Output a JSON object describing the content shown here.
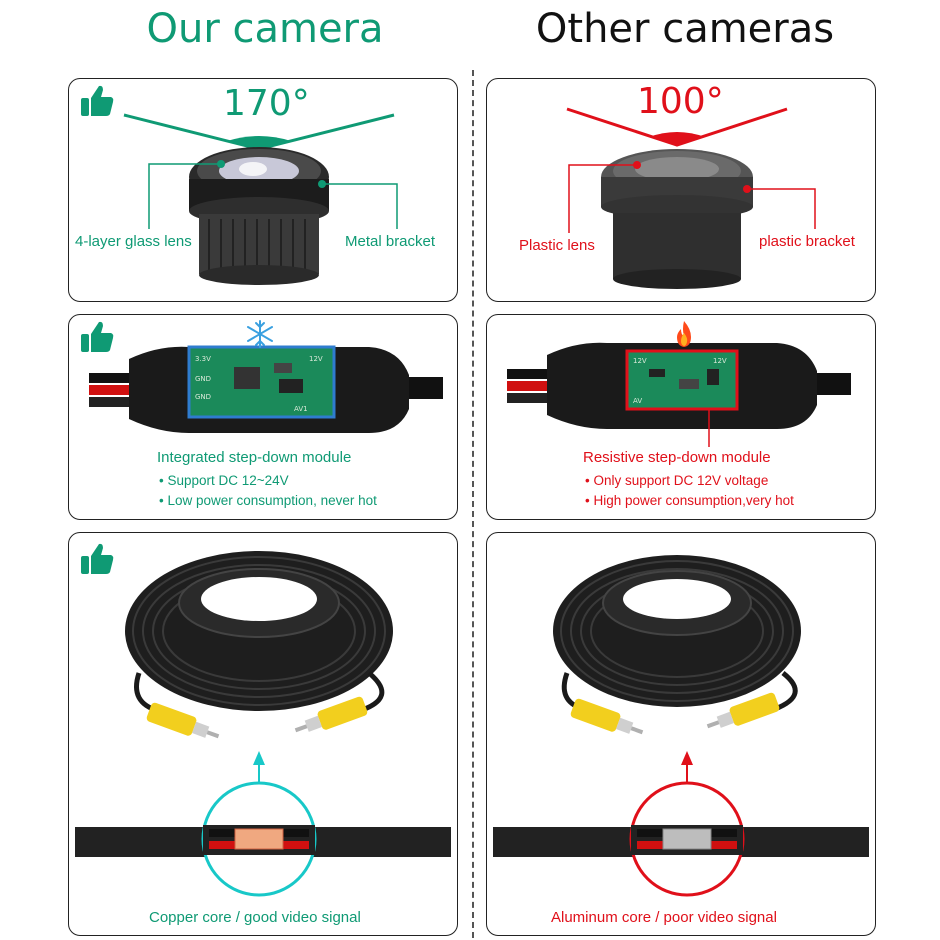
{
  "colors": {
    "ours": "#0f9a74",
    "theirs": "#e0101a",
    "ours_ring": "#18c8c8"
  },
  "headers": {
    "ours": "Our camera",
    "theirs": "Other cameras"
  },
  "lens": {
    "ours": {
      "angle": "170°",
      "lens_label": "4-layer glass lens",
      "bracket_label": "Metal bracket",
      "icon": "thumbs-up-icon"
    },
    "theirs": {
      "angle": "100°",
      "lens_label": "Plastic lens",
      "bracket_label": "plastic bracket"
    }
  },
  "module": {
    "ours": {
      "title": "Integrated step-down module",
      "bullets": [
        "Support DC 12~24V",
        "Low power consumption, never hot"
      ],
      "icon": "snowflake-icon"
    },
    "theirs": {
      "title": "Resistive step-down module",
      "bullets": [
        "Only support DC 12V voltage",
        "High power consumption,very hot"
      ],
      "icon": "fire-icon"
    }
  },
  "cable": {
    "ours": {
      "caption": "Copper core / good video signal"
    },
    "theirs": {
      "caption": "Aluminum core / poor video signal"
    }
  }
}
